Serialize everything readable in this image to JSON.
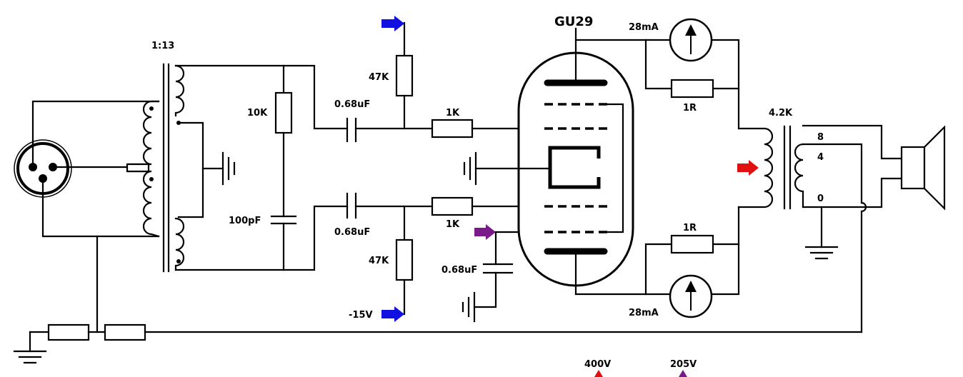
{
  "tube": {
    "name": "GU29"
  },
  "input_transformer": {
    "ratio": "1:13"
  },
  "output_transformer": {
    "impedance": "4.2K",
    "taps": [
      "8",
      "4",
      "0"
    ]
  },
  "components": {
    "r_10k": "10K",
    "c_100pf": "100pF",
    "c_coupling_top": "0.68uF",
    "c_coupling_bottom": "0.68uF",
    "r_grid_top": "1K",
    "r_grid_bottom": "1K",
    "r_bias_top": "47K",
    "r_bias_bottom": "47K",
    "c_screen": "0.68uF",
    "r_sense_top": "1R",
    "r_sense_bottom": "1R"
  },
  "meters": {
    "top": "28mA",
    "bottom": "28mA"
  },
  "supplies": {
    "bias": "-15V",
    "plate": "400V",
    "screen": "205V",
    "colors": {
      "bias": "#1010e0",
      "plate": "#e01010",
      "screen": "#7a1a8a"
    }
  }
}
